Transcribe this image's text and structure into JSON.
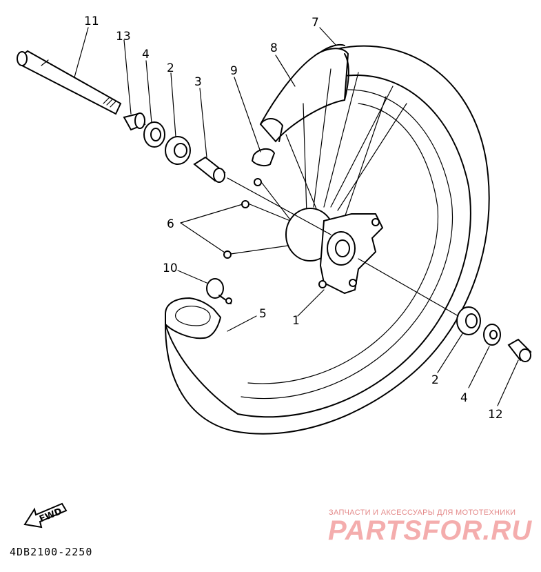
{
  "callouts": [
    {
      "id": "c11a",
      "label": "11"
    },
    {
      "id": "c13",
      "label": "13"
    },
    {
      "id": "c4a",
      "label": "4"
    },
    {
      "id": "c2a",
      "label": "2"
    },
    {
      "id": "c3",
      "label": "3"
    },
    {
      "id": "c9",
      "label": "9"
    },
    {
      "id": "c8",
      "label": "8"
    },
    {
      "id": "c7",
      "label": "7"
    },
    {
      "id": "c6",
      "label": "6"
    },
    {
      "id": "c10",
      "label": "10"
    },
    {
      "id": "c5",
      "label": "5"
    },
    {
      "id": "c1",
      "label": "1"
    },
    {
      "id": "c2b",
      "label": "2"
    },
    {
      "id": "c4b",
      "label": "4"
    },
    {
      "id": "c12",
      "label": "12"
    }
  ],
  "direction_label": "FWD",
  "diagram_code": "4DB2100-2250",
  "watermark": {
    "tagline": "ЗАПЧАСТИ И АКСЕССУАРЫ ДЛЯ МОТОТЕХНИКИ",
    "brand": "PARTSFOR.RU",
    "color": "#e07b7b"
  }
}
